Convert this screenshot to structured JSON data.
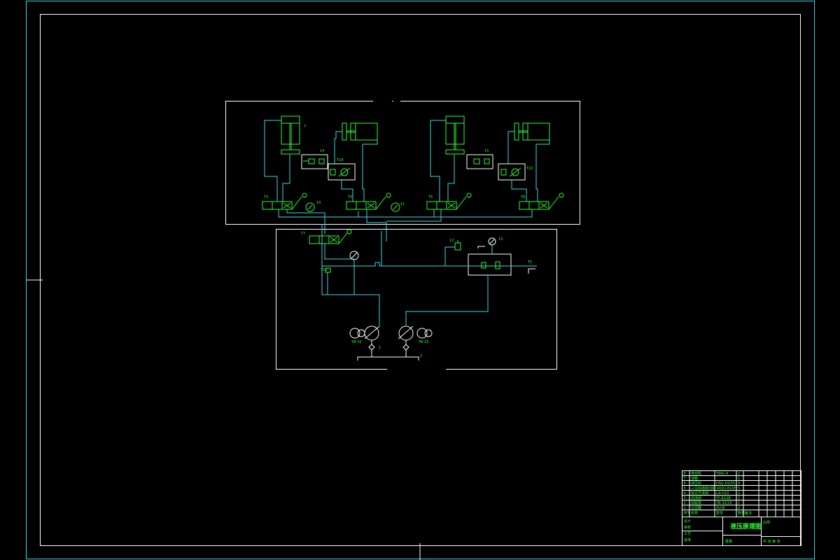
{
  "drawing": {
    "title": "液压原理图",
    "components": {
      "pump_left_label": "YB-32",
      "pump_right_label": "YB-25",
      "tank_left_no": "1",
      "tank_right_no": "2",
      "cyl_1": "7",
      "valve_1": "T3",
      "valve_2": "T4",
      "valve_3": "T5",
      "valve_4": "T6",
      "valve_5": "T7",
      "valve_6": "T8",
      "gauge_1": "10",
      "gauge_2": "11",
      "relief_1": "12",
      "relief_2": "13",
      "check_1": "14",
      "check_2": "15",
      "throttle_1": "T18",
      "throttle_2": "T22",
      "accumulator": "T5"
    },
    "parts_list": {
      "header": [
        "序号",
        "名称",
        "型号",
        "数量",
        "备注"
      ],
      "rows": [
        [
          "8",
          "电动机",
          "Y90L-4",
          "2",
          ""
        ],
        [
          "7",
          "油箱",
          "",
          "1",
          ""
        ],
        [
          "6",
          "液压缸",
          "HSG-63/35",
          "4",
          ""
        ],
        [
          "5",
          "三位四通换向阀",
          "34DO-B10H",
          "5",
          ""
        ],
        [
          "4",
          "单向节流阀",
          "LA-H10",
          "2",
          ""
        ],
        [
          "3",
          "溢流阀",
          "YF-B10B",
          "2",
          ""
        ],
        [
          "2",
          "双联泵",
          "YB-32/25",
          "1",
          ""
        ],
        [
          "1",
          "过滤器",
          "XU-B",
          "2",
          ""
        ]
      ]
    },
    "title_block": {
      "labels": [
        "设计",
        "审核",
        "工艺",
        "批准"
      ],
      "scale_label": "比例",
      "sheet_label": "共 张 第 张",
      "weight_label": "重量"
    }
  }
}
